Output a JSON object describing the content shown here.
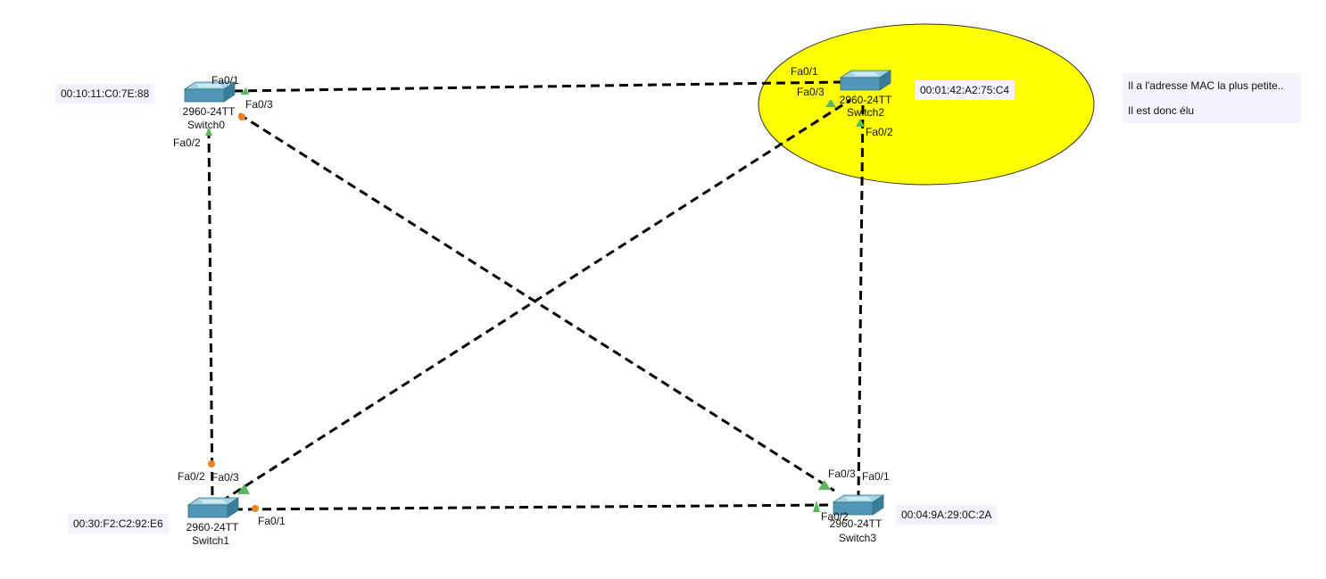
{
  "colors": {
    "link": "#000000",
    "port_up": "#5cb85c",
    "port_blocked": "#f07f1e",
    "root_highlight": "#ffff00",
    "switch_body": "#4f97b5",
    "note_bg": "#f3f4fb"
  },
  "switches": [
    {
      "id": "switch0",
      "model": "2960-24TT",
      "name": "Switch0",
      "mac": "00:10:11:C0:7E:88",
      "icon": "switch-icon"
    },
    {
      "id": "switch1",
      "model": "2960-24TT",
      "name": "Switch1",
      "mac": "00:30:F2:C2:92:E6",
      "icon": "switch-icon"
    },
    {
      "id": "switch2",
      "model": "2960-24TT",
      "name": "Switch2",
      "mac": "00:01:42:A2:75:C4",
      "icon": "switch-icon"
    },
    {
      "id": "switch3",
      "model": "2960-24TT",
      "name": "Switch3",
      "mac": "00:04:9A:29:0C:2A",
      "icon": "switch-icon"
    }
  ],
  "links": [
    {
      "from": "switch0",
      "from_port": "Fa0/1",
      "to": "switch2",
      "to_port": "Fa0/1"
    },
    {
      "from": "switch0",
      "from_port": "Fa0/2",
      "to": "switch1",
      "to_port": "Fa0/2"
    },
    {
      "from": "switch0",
      "from_port": "Fa0/3",
      "to": "switch3",
      "to_port": "Fa0/3"
    },
    {
      "from": "switch1",
      "from_port": "Fa0/3",
      "to": "switch2",
      "to_port": "Fa0/3"
    },
    {
      "from": "switch1",
      "from_port": "Fa0/1",
      "to": "switch3",
      "to_port": "Fa0/2"
    },
    {
      "from": "switch2",
      "from_port": "Fa0/2",
      "to": "switch3",
      "to_port": "Fa0/1"
    }
  ],
  "ports": {
    "s0_fa01": "Fa0/1",
    "s0_fa02": "Fa0/2",
    "s0_fa03": "Fa0/3",
    "s1_fa01": "Fa0/1",
    "s1_fa02": "Fa0/2",
    "s1_fa03": "Fa0/3",
    "s2_fa01": "Fa0/1",
    "s2_fa02": "Fa0/2",
    "s2_fa03": "Fa0/3",
    "s3_fa01": "Fa0/1",
    "s3_fa02": "Fa0/2",
    "s3_fa03": "Fa0/3"
  },
  "note": {
    "line1": "Il a l'adresse MAC la plus petite..",
    "line2": "Il est donc élu"
  }
}
